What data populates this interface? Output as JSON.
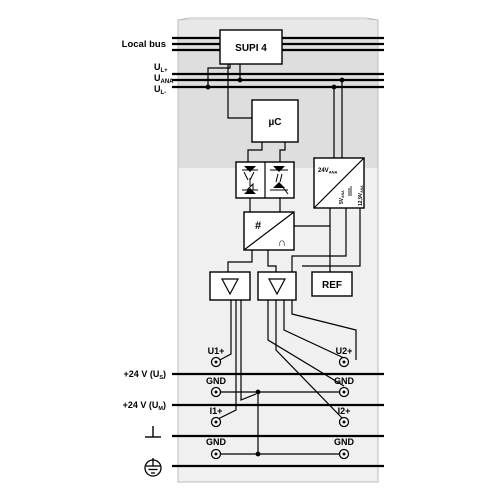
{
  "left_labels": {
    "local_bus": "Local bus",
    "ul_plus": "U",
    "ul_plus_sub": "L+",
    "uana": "U",
    "uana_sub": "ANA",
    "ul_minus": "U",
    "ul_minus_sub": "L-",
    "us_supply_pre": "+24 V (U",
    "us_supply_sub": "S",
    "us_supply_post": ")",
    "um_supply_pre": "+24 V (U",
    "um_supply_sub": "M",
    "um_supply_post": ")"
  },
  "blocks": {
    "supi": "SUPI 4",
    "uc": "µC",
    "adc_symbol": "#",
    "adc_symbol2": "∩",
    "ref": "REF",
    "power_24v": "24V",
    "power_24v_sub": "ANA",
    "power_5v": "5V",
    "power_5v_sub": "ANA",
    "power_12v": "12,9V",
    "power_12v_sub": "ANA"
  },
  "terminals": {
    "u1_plus": "U1+",
    "u2_plus": "U2+",
    "gnd_left_1": "GND",
    "gnd_right_1": "GND",
    "i1_plus": "I1+",
    "i2_plus": "I2+",
    "gnd_left_2": "GND",
    "gnd_right_2": "GND"
  },
  "colors": {
    "housing_top": "#dedede",
    "housing_bottom": "#f0f0f0",
    "line": "#000000"
  }
}
